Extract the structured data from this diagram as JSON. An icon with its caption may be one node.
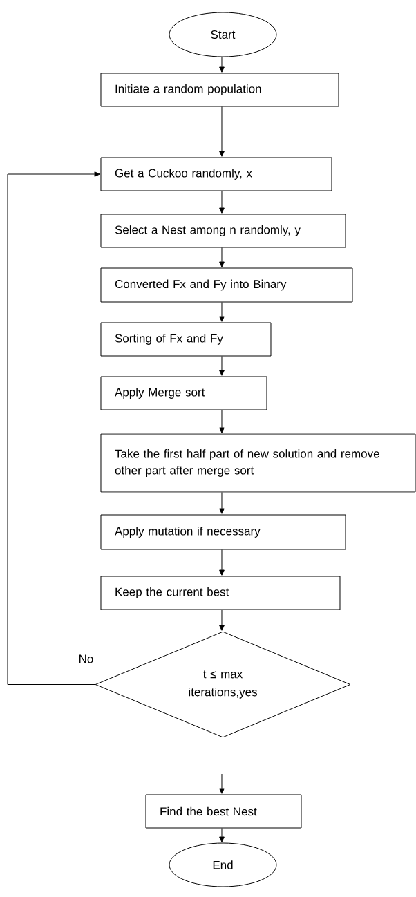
{
  "diagram": {
    "nodes": [
      {
        "text": [
          "Start"
        ]
      },
      {
        "text": [
          "Initiate a random population"
        ]
      },
      {
        "text": [
          "Get a Cuckoo randomly, x"
        ]
      },
      {
        "text": [
          "Select a Nest among n randomly, y"
        ]
      },
      {
        "text": [
          "Converted Fx and Fy into Binary"
        ]
      },
      {
        "text": [
          "Sorting of Fx and Fy"
        ]
      },
      {
        "text": [
          "Apply Merge sort"
        ]
      },
      {
        "text": [
          "Take the first half part of new solution and remove other part after merge sort"
        ]
      },
      {
        "text": [
          "Apply mutation if necessary"
        ]
      },
      {
        "text": [
          "Keep the current best"
        ]
      },
      {
        "text": [
          "t ≤ max iterations,yes"
        ]
      },
      {
        "text": [
          "Find the best Nest"
        ]
      },
      {
        "text": [
          "End"
        ]
      }
    ],
    "edges": [
      {
        "from": 0,
        "to": 1,
        "arrow": "to"
      },
      {
        "from": 1,
        "to": 2,
        "arrow": "to"
      },
      {
        "from": 2,
        "to": 3,
        "arrow": "to"
      },
      {
        "from": 3,
        "to": 4,
        "arrow": "to"
      },
      {
        "from": 4,
        "to": 5,
        "arrow": "to"
      },
      {
        "from": 5,
        "to": 6,
        "arrow": "to"
      },
      {
        "from": 6,
        "to": 7,
        "arrow": "to"
      },
      {
        "from": 7,
        "to": 8,
        "arrow": "to"
      },
      {
        "from": 8,
        "to": 9,
        "arrow": "to"
      },
      {
        "from": 9,
        "to": 10,
        "arrow": "to"
      },
      {
        "from": 10,
        "to": 2,
        "arrow": "to",
        "label": "No"
      },
      {
        "from": null,
        "to": 11,
        "arrow": "to"
      },
      {
        "from": 11,
        "to": 12,
        "arrow": "to"
      }
    ]
  }
}
